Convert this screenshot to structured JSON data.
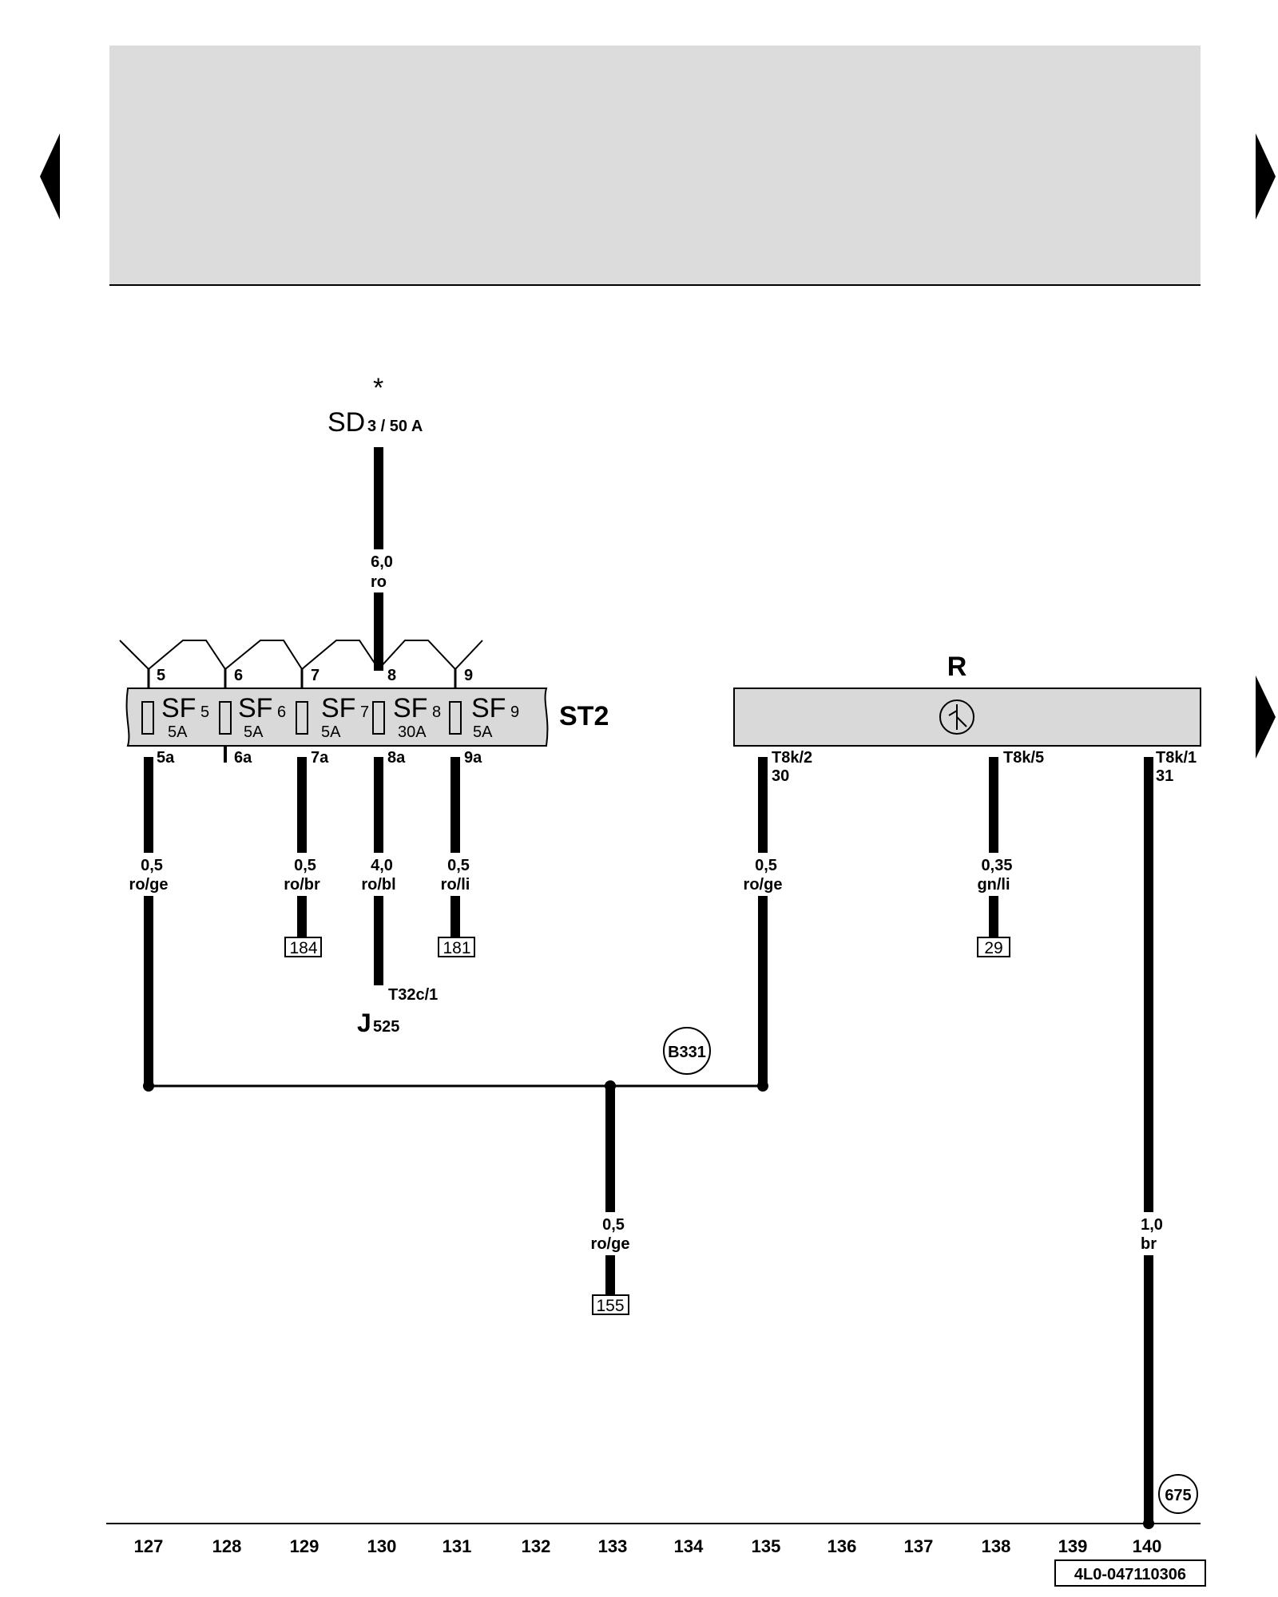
{
  "supply": {
    "star": "*",
    "name": "SD",
    "sub": "3 / 50 A",
    "wire_size": "6,0",
    "wire_color": "ro"
  },
  "fuse_carrier": {
    "label": "ST2",
    "fuses": [
      {
        "name": "SF",
        "num": "5",
        "rating": "5A",
        "top_pin": "5",
        "bottom_pin": "5a"
      },
      {
        "name": "SF",
        "num": "6",
        "rating": "5A",
        "top_pin": "6",
        "bottom_pin": "6a"
      },
      {
        "name": "SF",
        "num": "7",
        "rating": "5A",
        "top_pin": "7",
        "bottom_pin": "7a"
      },
      {
        "name": "SF",
        "num": "8",
        "rating": "30A",
        "top_pin": "8",
        "bottom_pin": "8a"
      },
      {
        "name": "SF",
        "num": "9",
        "rating": "5A",
        "top_pin": "9",
        "bottom_pin": "9a"
      }
    ]
  },
  "radio": {
    "label": "R",
    "pins": [
      {
        "name": "T8k/2",
        "num": "30"
      },
      {
        "name": "T8k/5",
        "num": ""
      },
      {
        "name": "T8k/1",
        "num": "31"
      }
    ]
  },
  "wires": [
    {
      "id": "w5a",
      "size": "0,5",
      "color": "ro/ge"
    },
    {
      "id": "w7a",
      "size": "0,5",
      "color": "ro/br"
    },
    {
      "id": "w8a",
      "size": "4,0",
      "color": "ro/bl"
    },
    {
      "id": "w9a",
      "size": "0,5",
      "color": "ro/li"
    },
    {
      "id": "wt8k2",
      "size": "0,5",
      "color": "ro/ge"
    },
    {
      "id": "wt8k5",
      "size": "0,35",
      "color": "gn/li"
    },
    {
      "id": "wbus",
      "size": "0,5",
      "color": "ro/ge"
    },
    {
      "id": "wt8k1",
      "size": "1,0",
      "color": "br"
    }
  ],
  "refs": {
    "r184": "184",
    "r181": "181",
    "r29": "29",
    "r155": "155"
  },
  "j525": {
    "connector": "T32c/1",
    "name": "J",
    "sub": "525"
  },
  "junctions": {
    "b331": "B331",
    "c675": "675"
  },
  "track_numbers": [
    "127",
    "128",
    "129",
    "130",
    "131",
    "132",
    "133",
    "134",
    "135",
    "136",
    "137",
    "138",
    "139",
    "140"
  ],
  "doc_number": "4L0-047110306",
  "colors": {
    "header_band": "#dcdcdc",
    "box_fill": "#d9d9d9",
    "line": "#000000"
  }
}
